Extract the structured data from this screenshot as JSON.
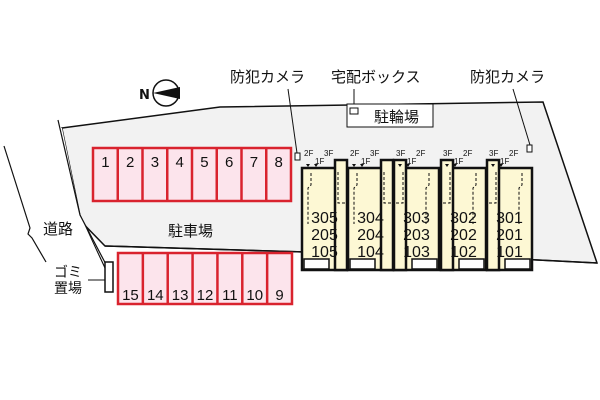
{
  "labels": {
    "camera_left": "防犯カメラ",
    "camera_right": "防犯カメラ",
    "delivery_box": "宅配ボックス",
    "bicycle_parking": "駐輪場",
    "parking_lot": "駐車場",
    "road": "道路",
    "garbage_line1": "ゴミ",
    "garbage_line2": "置場",
    "compass_north": "N"
  },
  "parking_top": [
    "1",
    "2",
    "3",
    "4",
    "5",
    "6",
    "7",
    "8"
  ],
  "parking_bottom": [
    "15",
    "14",
    "13",
    "12",
    "11",
    "10",
    "9"
  ],
  "units": [
    {
      "f3": "305",
      "f2": "205",
      "f1": "105",
      "top_left": "2F",
      "top_right": "3F",
      "mid": "1F"
    },
    {
      "f3": "304",
      "f2": "204",
      "f1": "104",
      "top_left": "2F",
      "top_right": "3F",
      "mid": "1F"
    },
    {
      "f3": "303",
      "f2": "203",
      "f1": "103",
      "top_left": "3F",
      "top_right": "2F",
      "mid": "1F"
    },
    {
      "f3": "302",
      "f2": "202",
      "f1": "102",
      "top_left": "3F",
      "top_right": "2F",
      "mid": "1F"
    },
    {
      "f3": "301",
      "f2": "201",
      "f1": "101",
      "top_left": "3F",
      "top_right": "2F",
      "mid": "1F"
    }
  ],
  "colors": {
    "parking_stroke": "#d9232e",
    "parking_fill": "#fce4ec",
    "building_fill": "#fdf8d4",
    "lot_fill": "#f2f2f2"
  }
}
